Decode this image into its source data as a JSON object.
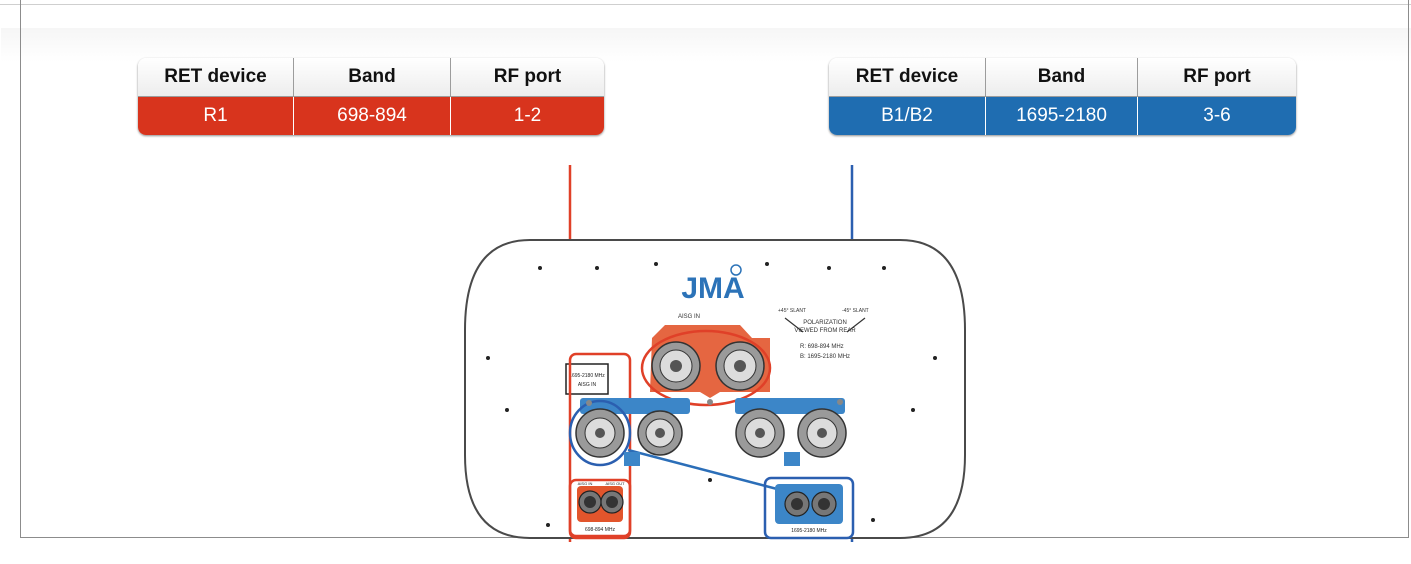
{
  "colors": {
    "red": "#d8341d",
    "blue": "#1f6db1",
    "red_line": "#e04028",
    "blue_line": "#2b5fb0"
  },
  "tables": {
    "headers": [
      "RET device",
      "Band",
      "RF port"
    ],
    "left": {
      "device": "R1",
      "band": "698-894",
      "port": "1-2"
    },
    "right": {
      "device": "B1/B2",
      "band": "1695-2180",
      "port": "3-6"
    }
  },
  "panel": {
    "logo": "JMA",
    "aisg_in_label": "AISG IN",
    "polarization_label_1": "POLARIZATION",
    "polarization_label_2": "VIEWED FROM REAR",
    "plus45_label": "+45° SLANT",
    "minus45_label": "-45° SLANT",
    "freq_r": "R: 698-894 MHz",
    "freq_b": "B: 1695-2180 MHz",
    "aisg_box_line1": "1695-2180 MHz",
    "aisg_box_line2": "AISG IN",
    "bottom_left_label": "698-894 MHz",
    "bottom_right_label": "1695-2180 MHz",
    "aisg_small_1": "AISG IN",
    "aisg_small_2": "AISG OUT"
  }
}
